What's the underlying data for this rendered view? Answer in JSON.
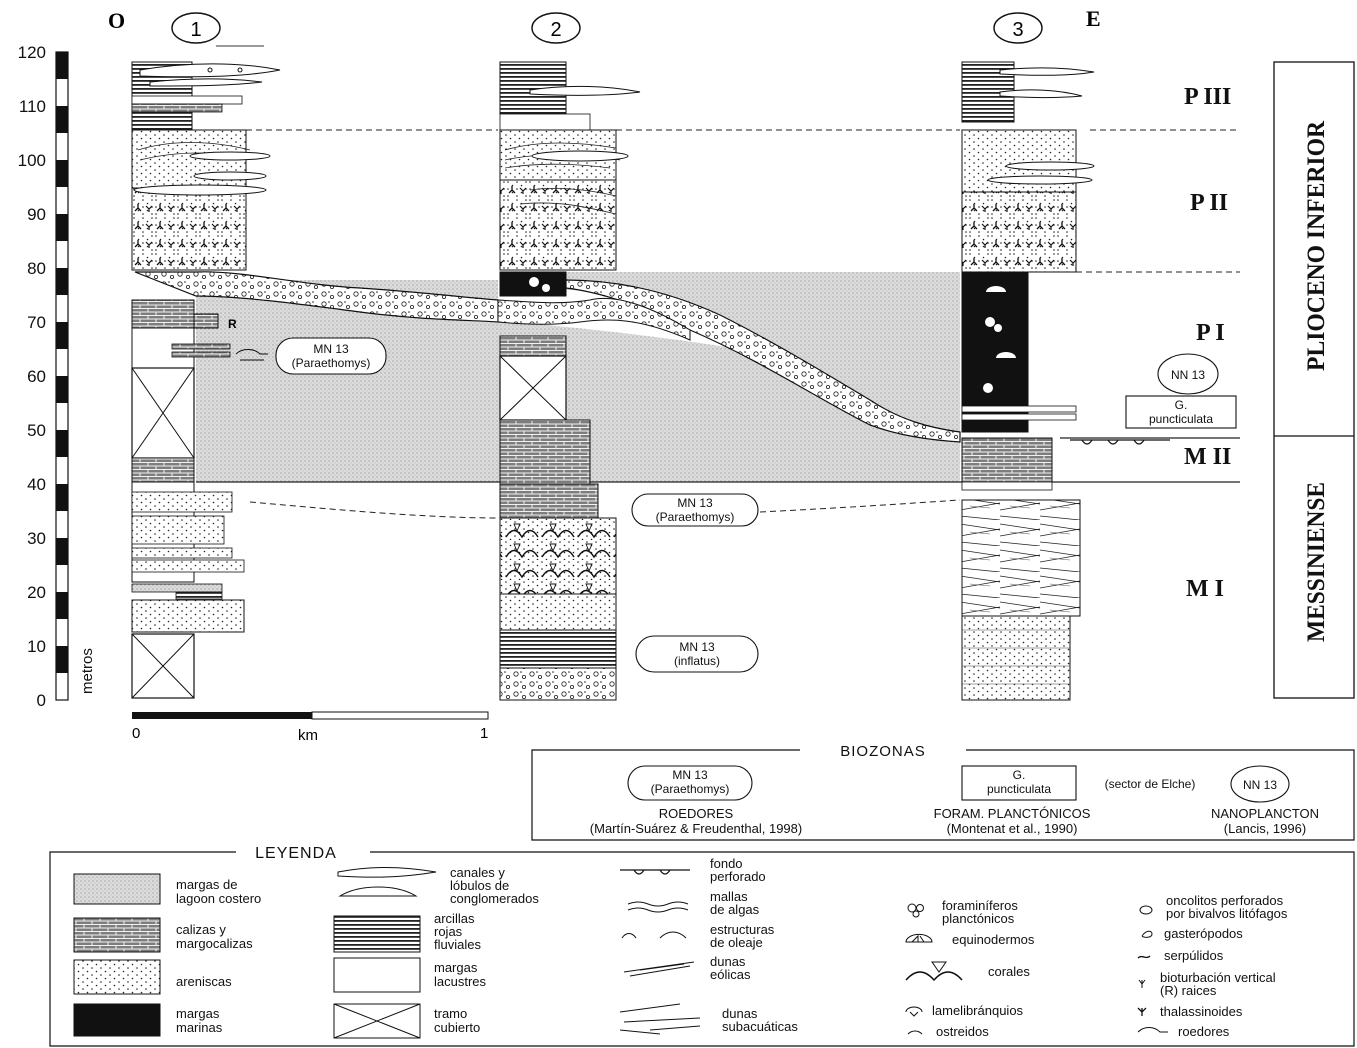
{
  "header": {
    "west": "O",
    "east": "E",
    "columns": [
      "1",
      "2",
      "3"
    ]
  },
  "scale": {
    "ticks": [
      "120",
      "110",
      "100",
      "90",
      "80",
      "70",
      "60",
      "50",
      "40",
      "30",
      "20",
      "10",
      "0"
    ],
    "unit": "metros"
  },
  "km_scale": {
    "start": "0",
    "unit": "km",
    "end": "1"
  },
  "units": {
    "p3": "P III",
    "p2": "P II",
    "p1": "P I",
    "m2": "M II",
    "m1": "M I"
  },
  "periods": {
    "plioceno": "PLIOCENO INFERIOR",
    "messiniense": "MESSINIENSE"
  },
  "marks": {
    "r": "R"
  },
  "biomarkers": {
    "mn13_a": {
      "l1": "MN 13",
      "l2": "(Paraethomys)"
    },
    "mn13_b": {
      "l1": "MN 13",
      "l2": "(Paraethomys)"
    },
    "mn13_c": {
      "l1": "MN 13",
      "l2": "(inflatus)"
    },
    "nn13": "NN 13",
    "gp": {
      "l1": "G.",
      "l2": "puncticulata"
    }
  },
  "biozonas": {
    "title": "BIOZONAS",
    "roedores": {
      "box1": "MN 13",
      "box2": "(Paraethomys)",
      "label": "ROEDORES",
      "ref": "(Martín-Suárez & Freudenthal, 1998)"
    },
    "foram": {
      "box1": "G.",
      "box2": "puncticulata",
      "label": "FORAM. PLANCTÓNICOS",
      "ref": "(Montenat et al., 1990)"
    },
    "sector": "(sector de Elche)",
    "nanno": {
      "box": "NN 13",
      "label": "NANOPLANCTON",
      "ref": "(Lancis, 1996)"
    }
  },
  "legend": {
    "title": "LEYENDA",
    "lith": [
      {
        "l1": "margas de",
        "l2": "lagoon costero"
      },
      {
        "l1": "calizas y",
        "l2": "margocalizas"
      },
      {
        "l1": "areniscas",
        "l2": ""
      },
      {
        "l1": "margas",
        "l2": "marinas"
      }
    ],
    "col2": [
      {
        "l1": "canales y",
        "l2": "lóbulos de",
        "l3": "conglomerados"
      },
      {
        "l1": "arcillas",
        "l2": "rojas",
        "l3": "fluviales"
      },
      {
        "l1": "margas",
        "l2": "lacustres",
        "l3": ""
      },
      {
        "l1": "tramo",
        "l2": "cubierto",
        "l3": ""
      }
    ],
    "col3": [
      {
        "l1": "fondo",
        "l2": "perforado"
      },
      {
        "l1": "mallas",
        "l2": "de algas"
      },
      {
        "l1": "estructuras",
        "l2": "de oleaje"
      },
      {
        "l1": "dunas",
        "l2": "eólicas"
      },
      {
        "l1": "dunas",
        "l2": "subacuáticas"
      }
    ],
    "col4": [
      {
        "l1": "foraminíferos",
        "l2": "planctónicos"
      },
      {
        "l1": "equinodermos",
        "l2": ""
      },
      {
        "l1": "corales",
        "l2": ""
      },
      {
        "l1": "lamelibránquios",
        "l2": ""
      },
      {
        "l1": "ostreidos",
        "l2": ""
      }
    ],
    "col5": [
      {
        "l1": "oncolitos perforados",
        "l2": "por bivalvos litófagos"
      },
      {
        "l1": "gasterópodos",
        "l2": ""
      },
      {
        "l1": "serpúlidos",
        "l2": ""
      },
      {
        "l1": "bioturbación vertical",
        "l2": "(R) raices"
      },
      {
        "l1": "thalassinoides",
        "l2": ""
      },
      {
        "l1": "roedores",
        "l2": ""
      }
    ]
  },
  "colors": {
    "ink": "#111111",
    "lagoon": "#d9d9d9",
    "limestone": "#8c8c8c",
    "marine": "#111111"
  }
}
